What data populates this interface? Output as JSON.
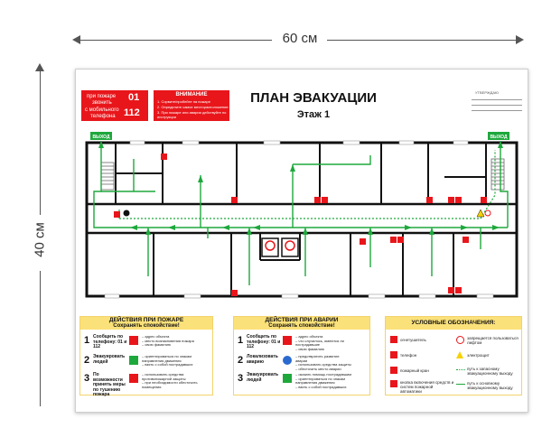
{
  "dimensions": {
    "width_label": "60 см",
    "height_label": "40 см"
  },
  "emergency": {
    "line1": "при пожаре",
    "line2": "звонить",
    "line3": "с мобильного",
    "line4": "телефона",
    "num1": "01",
    "num2": "112"
  },
  "attention": {
    "title": "ВНИМАНИЕ",
    "items": [
      "1. Сорвите/пробейте на пожаре",
      "2. Определите самое месторасположение",
      "3. При пожаре или аварии действуйте по инструкции"
    ]
  },
  "header": {
    "title": "ПЛАН ЭВАКУАЦИИ",
    "floor": "Этаж 1",
    "approve": "УТВЕРЖДАЮ"
  },
  "exits": {
    "left": "ВЫХОД",
    "right": "ВЫХОД"
  },
  "fire_panel": {
    "title": "ДЕЙСТВИЯ ПРИ ПОЖАРЕ",
    "subtitle": "Сохранять спокойствие!",
    "steps": [
      {
        "n": "1",
        "action": "Сообщить по телефону: 01 и 112",
        "desc": "– адрес объекта\n– место возникновения пожара\n– свою фамилию"
      },
      {
        "n": "2",
        "action": "Эвакуировать людей",
        "desc": "– ориентироваться по знакам направления движения\n– взять с собой пострадавших"
      },
      {
        "n": "3",
        "action": "По возможности принять меры по тушению пожара",
        "desc": "– использовать средства противопожарной защиты\n– при необходимости обесточить помещения"
      }
    ]
  },
  "accident_panel": {
    "title": "ДЕЙСТВИЯ ПРИ АВАРИИ",
    "subtitle": "Сохранять спокойствие!",
    "steps": [
      {
        "n": "1",
        "action": "Сообщить по телефону: 01 и 112",
        "desc": "– адрес объекта\n– что случилось, имеются ли пострадавшие\n– свою фамилию"
      },
      {
        "n": "2",
        "action": "Локализовать аварию",
        "desc": "– предотвратить развитие аварии\n– использовать средства защиты\n– обесточить место аварии"
      },
      {
        "n": "3",
        "action": "Эвакуировать людей",
        "desc": "– оказать помощь пострадавшим\n– ориентироваться по знакам направления движения\n– взять с собой пострадавших"
      }
    ]
  },
  "legend": {
    "title": "УСЛОВНЫЕ ОБОЗНАЧЕНИЯ:",
    "items": [
      {
        "label": "огнетушитель",
        "color": "#e8161b"
      },
      {
        "label": "запрещается пользоваться лифтом",
        "color": "#e8161b"
      },
      {
        "label": "телефон",
        "color": "#e8161b"
      },
      {
        "label": "электрощит",
        "color": "#f7d200"
      },
      {
        "label": "пожарный кран",
        "color": "#e8161b"
      },
      {
        "label": "путь к запасному эвакуационному выходу",
        "color": "#1ea83c"
      },
      {
        "label": "кнопка включения средств и систем пожарной автоматики",
        "color": "#e8161b"
      },
      {
        "label": "путь к основному эвакуационному выходу",
        "color": "#1ea83c"
      }
    ]
  },
  "colors": {
    "red": "#e8161b",
    "green": "#1ea83c",
    "yellow": "#fbe17a",
    "wall": "#111111"
  }
}
